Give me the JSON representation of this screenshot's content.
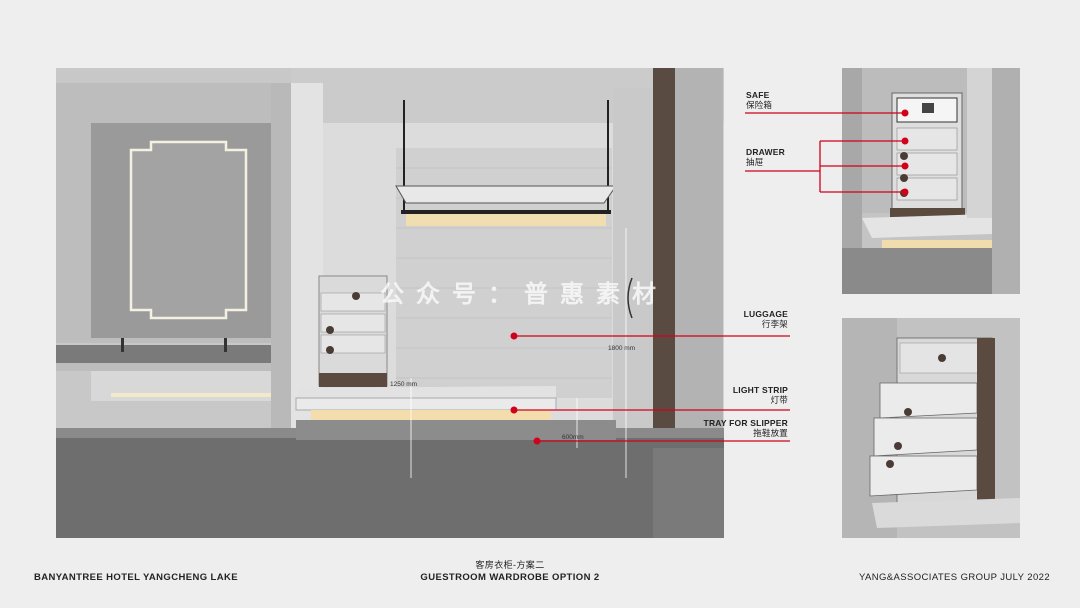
{
  "callouts": {
    "safe": {
      "en": "SAFE",
      "cn": "保险箱"
    },
    "drawer": {
      "en": "DRAWER",
      "cn": "抽屉"
    },
    "luggage": {
      "en": "LUGGAGE",
      "cn": "行李架"
    },
    "light_strip": {
      "en": "LIGHT STRIP",
      "cn": "灯带"
    },
    "tray": {
      "en": "TRAY FOR SLIPPER",
      "cn": "拖鞋放置"
    }
  },
  "dimensions": {
    "height_1800": "1800 mm",
    "height_1250": "1250 mm",
    "depth_600": "600mm"
  },
  "watermark": "公众号：普惠素材",
  "footer": {
    "project": "BANYANTREE HOTEL YANGCHENG LAKE",
    "title_cn": "客房衣柜-方案二",
    "title_en": "GUESTROOM WARDROBE OPTION 2",
    "credit": "YANG&ASSOCIATES GROUP  JULY 2022"
  },
  "colors": {
    "accent": "#d0021b",
    "background": "#eeeeee"
  }
}
